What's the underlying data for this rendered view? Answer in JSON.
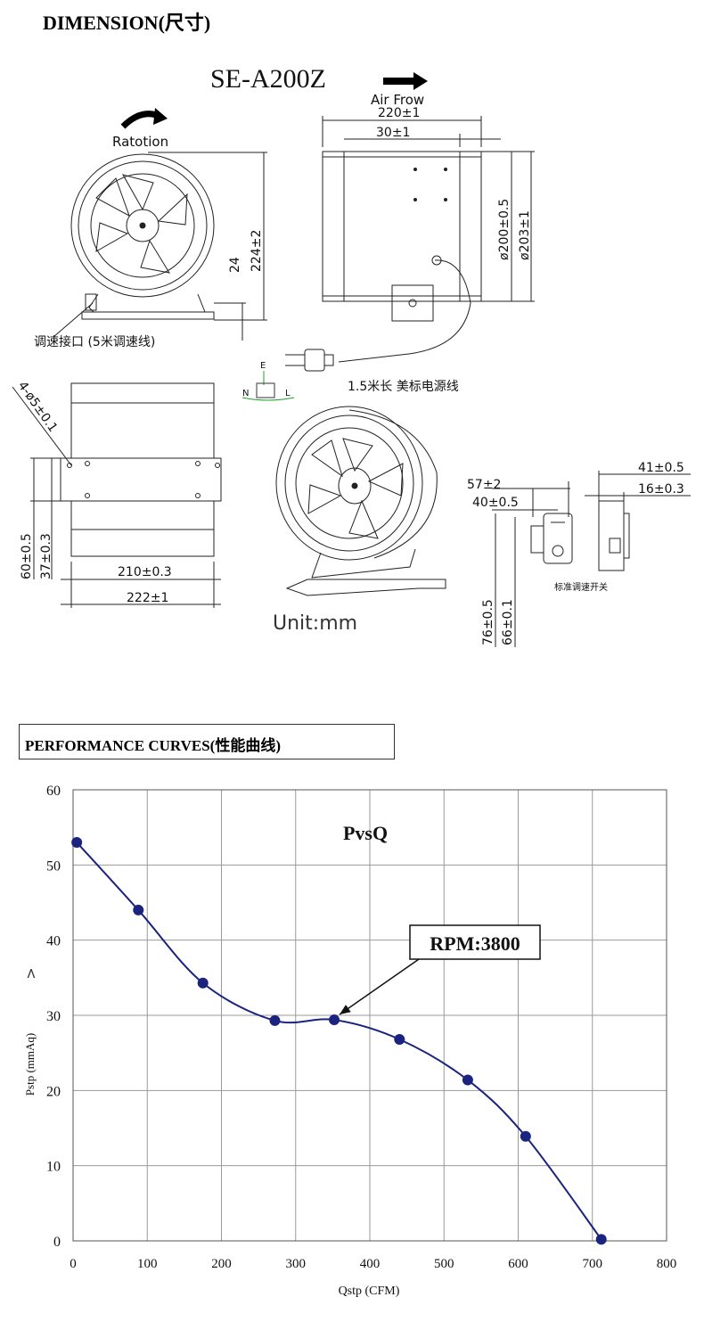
{
  "header": {
    "dimension_title": "DIMENSION(尺寸)"
  },
  "drawing": {
    "model": "SE-A200Z",
    "air_flow_label": "Air Frow",
    "rotation_label": "Ratotion",
    "unit_label": "Unit:mm",
    "speed_port_label": "调速接口 (5米调速线)",
    "power_cord_label": "1.5米长 美标电源线",
    "switch_label": "标准调速开关",
    "plug_labels": {
      "e": "E",
      "n": "N",
      "l": "L"
    },
    "dims": {
      "length": "220±1",
      "inlet": "30±1",
      "dia_inner": "ø200±0.5",
      "dia_outer": "ø203±1",
      "height": "224±2",
      "foot": "24",
      "holes": "4-ø5±0.1",
      "base_h1": "60±0.5",
      "base_h2": "37±0.3",
      "base_w1": "210±0.3",
      "base_w2": "222±1",
      "sw_w1": "57±2",
      "sw_w2": "40±0.5",
      "sw_h1": "76±0.5",
      "sw_h2": "66±0.1",
      "sw_d1": "41±0.5",
      "sw_d2": "16±0.3"
    }
  },
  "performance": {
    "section_title": "PERFORMANCE CURVES(性能曲线)"
  },
  "chart_data": {
    "type": "line",
    "title": "PvsQ",
    "xlabel": "Qstp (CFM)",
    "ylabel": "Pstp (mmAq)",
    "xlim": [
      0,
      800
    ],
    "ylim": [
      0,
      60
    ],
    "x_ticks": [
      "0",
      "100",
      "200",
      "300",
      "400",
      "500",
      "600",
      "700",
      "800"
    ],
    "y_ticks": [
      "0",
      "10",
      "20",
      "30",
      "40",
      "50",
      "60"
    ],
    "grid": true,
    "annotation": "RPM:3800",
    "series": [
      {
        "x": [
          5,
          88,
          175,
          272,
          352,
          440,
          532,
          610,
          712
        ],
        "values": [
          53,
          44,
          34.3,
          29.3,
          29.4,
          26.8,
          21.4,
          13.9,
          0.2
        ]
      }
    ],
    "colors": {
      "line": "#1a237e",
      "marker": "#1a237e",
      "grid": "#999999"
    }
  }
}
